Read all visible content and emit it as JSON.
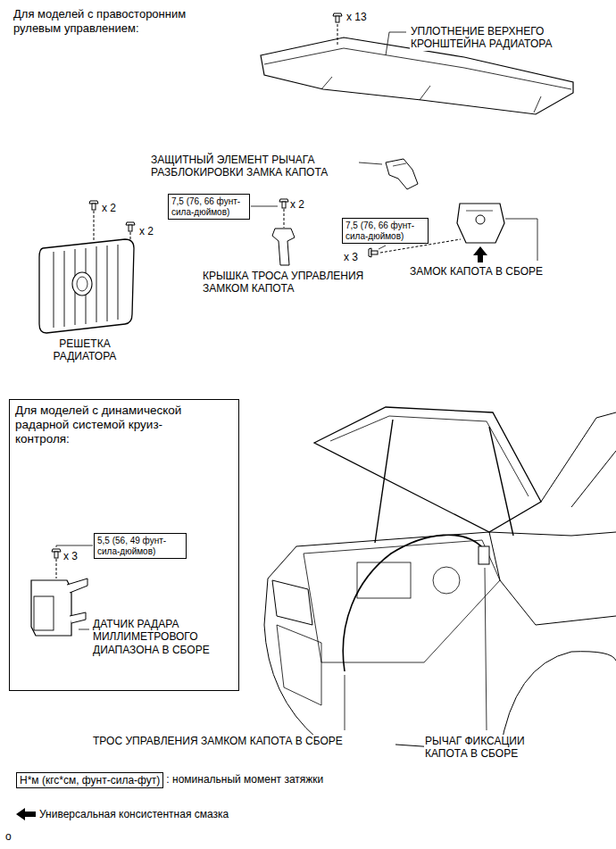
{
  "diagram": {
    "nodes": [
      {
        "text": [
          "7,5 (76, 66 фунт-сила-дюймов)"
        ]
      },
      {
        "text": [
          "7,5 (76, 66 фунт-сила-дюймов)"
        ]
      },
      {
        "text": [
          "Для моделей с динамической радарной системой круиз-контроля:"
        ]
      },
      {
        "text": [
          "5,5 (56, 49 фунт-сила-дюймов)"
        ],
        "in": 2
      },
      {
        "text": [
          "Н*м (кгс*см, фунт-сила-фут)"
        ]
      }
    ],
    "edges": [],
    "labels": [
      "Для моделей с правосторонним рулевым управлением:",
      "x 13",
      "УПЛОТНЕНИЕ ВЕРХНЕГО КРОНШТЕЙНА РАДИАТОРА",
      "ЗАЩИТНЫЙ ЭЛЕМЕНТ РЫЧАГА РАЗБЛОКИРОВКИ ЗАМКА КАПОТА",
      "x 2",
      "x 2",
      "x 2",
      "КРЫШКА ТРОСА УПРАВЛЕНИЯ ЗАМКОМ КАПОТА",
      "x 3",
      "ЗАМОК КАПОТА В СБОРЕ",
      "РЕШЕТКА РАДИАТОРА",
      "x 3",
      "ДАТЧИК РАДАРА МИЛЛИМЕТРОВОГО ДИАПАЗОНА В СБОРЕ",
      "ТРОС УПРАВЛЕНИЯ ЗАМКОМ КАПОТА В СБОРЕ",
      "РЫЧАГ ФИКСАЦИИ КАПОТА В СБОРЕ",
      "o"
    ],
    "legend": [
      {
        "text": ": номинальный момент затяжки"
      },
      {
        "text": "Универсальная консистентная смазка"
      }
    ]
  }
}
